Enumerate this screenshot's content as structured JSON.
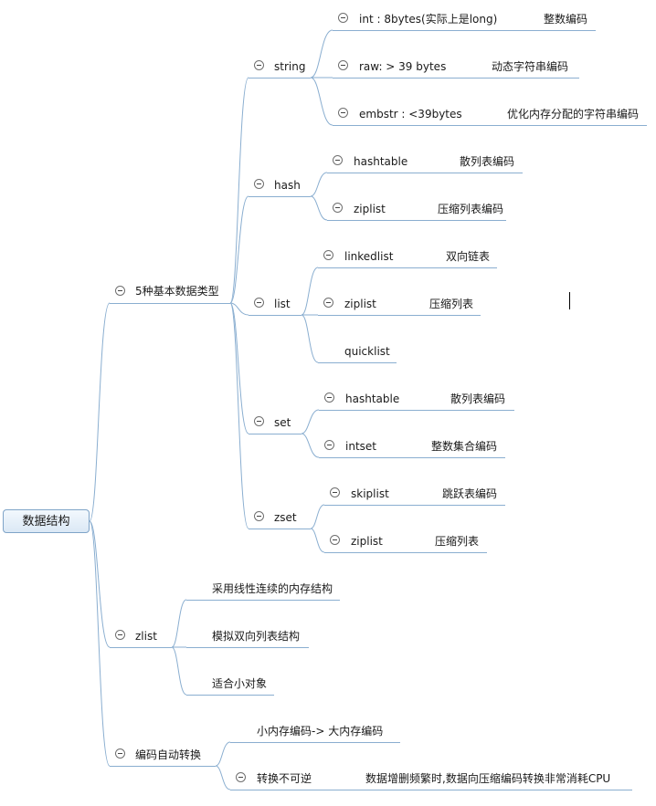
{
  "root": "数据结构",
  "branches": {
    "types": {
      "label": "5种基本数据类型",
      "children": {
        "string": {
          "label": "string",
          "children": [
            {
              "label": "int : 8bytes(实际上是long)",
              "note": "整数编码"
            },
            {
              "label": "raw: > 39 bytes",
              "note": "动态字符串编码"
            },
            {
              "label": "embstr : <39bytes",
              "note": "优化内存分配的字符串编码"
            }
          ]
        },
        "hash": {
          "label": "hash",
          "children": [
            {
              "label": "hashtable",
              "note": "散列表编码"
            },
            {
              "label": "ziplist",
              "note": "压缩列表编码"
            }
          ]
        },
        "list": {
          "label": "list",
          "children": [
            {
              "label": "linkedlist",
              "note": "双向链表"
            },
            {
              "label": "ziplist",
              "note": "压缩列表"
            },
            {
              "label": "quicklist",
              "note": ""
            }
          ]
        },
        "set": {
          "label": "set",
          "children": [
            {
              "label": "hashtable",
              "note": "散列表编码"
            },
            {
              "label": "intset",
              "note": "整数集合编码"
            }
          ]
        },
        "zset": {
          "label": "zset",
          "children": [
            {
              "label": "skiplist",
              "note": "跳跃表编码"
            },
            {
              "label": "ziplist",
              "note": "压缩列表"
            }
          ]
        }
      }
    },
    "zlist": {
      "label": "zlist",
      "children": [
        {
          "label": "采用线性连续的内存结构"
        },
        {
          "label": "模拟双向列表结构"
        },
        {
          "label": "适合小对象"
        }
      ]
    },
    "encoding": {
      "label": "编码自动转换",
      "children": [
        {
          "label": "小内存编码-> 大内存编码",
          "note": ""
        },
        {
          "label": "转换不可逆",
          "note": "数据增删频繁时,数据向压缩编码转换非常消耗CPU"
        }
      ]
    }
  },
  "colors": {
    "link": "#8aaed0",
    "root_border": "#7fa4c8",
    "root_fill": "#dbe8f5"
  }
}
